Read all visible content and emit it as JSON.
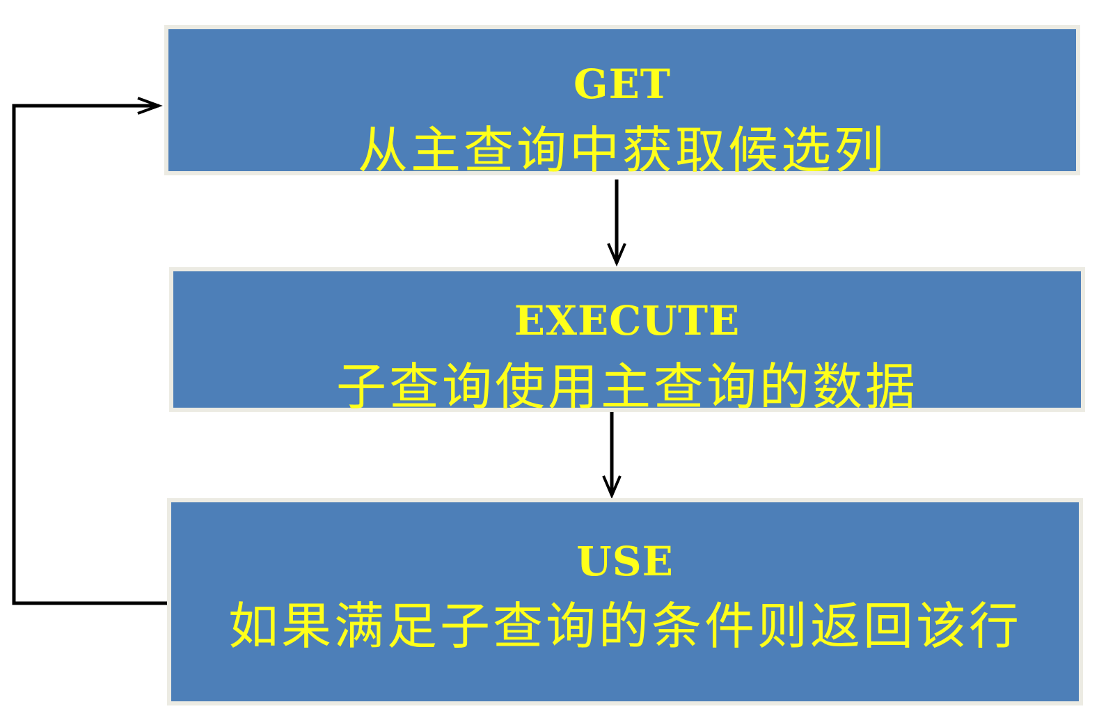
{
  "colors": {
    "box_fill": "#4d7fb8",
    "box_border": "#ecebe3",
    "text": "#ffff1a",
    "connector": "#000000"
  },
  "steps": [
    {
      "title": "GET",
      "description": "从主查询中获取候选列"
    },
    {
      "title": "EXECUTE",
      "description": "子查询使用主查询的数据"
    },
    {
      "title": "USE",
      "description": "如果满足子查询的条件则返回该行"
    }
  ]
}
